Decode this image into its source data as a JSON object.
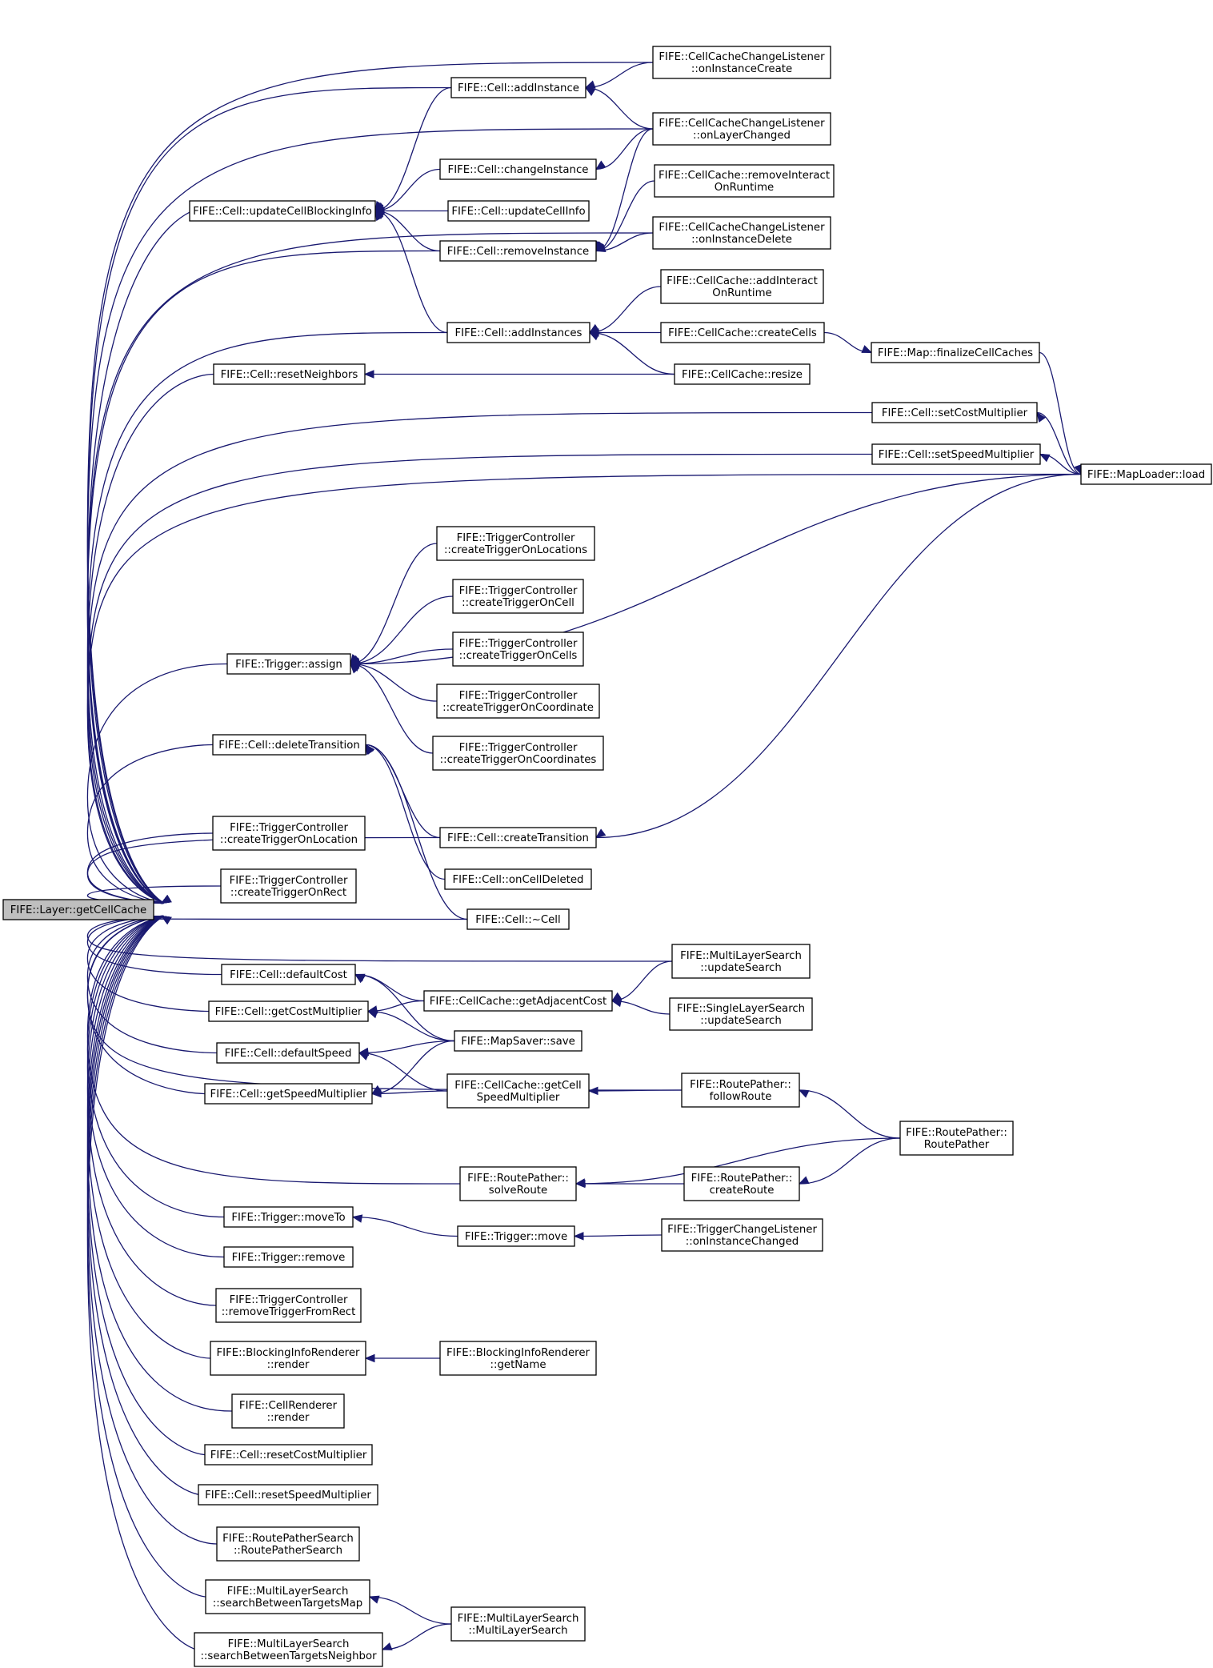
{
  "graph": {
    "root": "getCellCache",
    "colors": {
      "edge": "#191970",
      "node_fill": "#ffffff",
      "node_border": "#000000",
      "root_fill": "#bfbfbf"
    },
    "nodes": [
      {
        "id": "getCellCache",
        "lines": [
          "FIFE::Layer::getCellCache"
        ]
      },
      {
        "id": "updateCellBlockingInfo",
        "lines": [
          "FIFE::Cell::updateCellBlockingInfo"
        ]
      },
      {
        "id": "resetNeighbors",
        "lines": [
          "FIFE::Cell::resetNeighbors"
        ]
      },
      {
        "id": "triggerAssign",
        "lines": [
          "FIFE::Trigger::assign"
        ]
      },
      {
        "id": "deleteTransition",
        "lines": [
          "FIFE::Cell::deleteTransition"
        ]
      },
      {
        "id": "createTriggerOnLocation",
        "lines": [
          "FIFE::TriggerController",
          "::createTriggerOnLocation"
        ]
      },
      {
        "id": "createTriggerOnRect",
        "lines": [
          "FIFE::TriggerController",
          "::createTriggerOnRect"
        ]
      },
      {
        "id": "defaultCost",
        "lines": [
          "FIFE::Cell::defaultCost"
        ]
      },
      {
        "id": "getCostMultiplier",
        "lines": [
          "FIFE::Cell::getCostMultiplier"
        ]
      },
      {
        "id": "defaultSpeed",
        "lines": [
          "FIFE::Cell::defaultSpeed"
        ]
      },
      {
        "id": "getSpeedMultiplier",
        "lines": [
          "FIFE::Cell::getSpeedMultiplier"
        ]
      },
      {
        "id": "triggerMoveTo",
        "lines": [
          "FIFE::Trigger::moveTo"
        ]
      },
      {
        "id": "triggerRemove",
        "lines": [
          "FIFE::Trigger::remove"
        ]
      },
      {
        "id": "removeTriggerFromRect",
        "lines": [
          "FIFE::TriggerController",
          "::removeTriggerFromRect"
        ]
      },
      {
        "id": "blockingInfoRender",
        "lines": [
          "FIFE::BlockingInfoRenderer",
          "::render"
        ]
      },
      {
        "id": "cellRendererRender",
        "lines": [
          "FIFE::CellRenderer",
          "::render"
        ]
      },
      {
        "id": "resetCostMultiplier",
        "lines": [
          "FIFE::Cell::resetCostMultiplier"
        ]
      },
      {
        "id": "resetSpeedMultiplier",
        "lines": [
          "FIFE::Cell::resetSpeedMultiplier"
        ]
      },
      {
        "id": "routePatherSearch",
        "lines": [
          "FIFE::RoutePatherSearch",
          "::RoutePatherSearch"
        ]
      },
      {
        "id": "searchBetweenTargetsMap",
        "lines": [
          "FIFE::MultiLayerSearch",
          "::searchBetweenTargetsMap"
        ]
      },
      {
        "id": "searchBetweenTargetsNeighbor",
        "lines": [
          "FIFE::MultiLayerSearch",
          "::searchBetweenTargetsNeighbor"
        ]
      },
      {
        "id": "cellAddInstance",
        "lines": [
          "FIFE::Cell::addInstance"
        ]
      },
      {
        "id": "cellChangeInstance",
        "lines": [
          "FIFE::Cell::changeInstance"
        ]
      },
      {
        "id": "cellUpdateCellInfo",
        "lines": [
          "FIFE::Cell::updateCellInfo"
        ]
      },
      {
        "id": "cellRemoveInstance",
        "lines": [
          "FIFE::Cell::removeInstance"
        ]
      },
      {
        "id": "cellAddInstances",
        "lines": [
          "FIFE::Cell::addInstances"
        ]
      },
      {
        "id": "createTriggerOnLocations",
        "lines": [
          "FIFE::TriggerController",
          "::createTriggerOnLocations"
        ]
      },
      {
        "id": "createTriggerOnCell",
        "lines": [
          "FIFE::TriggerController",
          "::createTriggerOnCell"
        ]
      },
      {
        "id": "createTriggerOnCells",
        "lines": [
          "FIFE::TriggerController",
          "::createTriggerOnCells"
        ]
      },
      {
        "id": "createTriggerOnCoordinate",
        "lines": [
          "FIFE::TriggerController",
          "::createTriggerOnCoordinate"
        ]
      },
      {
        "id": "createTriggerOnCoordinates",
        "lines": [
          "FIFE::TriggerController",
          "::createTriggerOnCoordinates"
        ]
      },
      {
        "id": "cellCreateTransition",
        "lines": [
          "FIFE::Cell::createTransition"
        ]
      },
      {
        "id": "cellOnCellDeleted",
        "lines": [
          "FIFE::Cell::onCellDeleted"
        ]
      },
      {
        "id": "cellDestructor",
        "lines": [
          "FIFE::Cell::~Cell"
        ]
      },
      {
        "id": "getAdjacentCost",
        "lines": [
          "FIFE::CellCache::getAdjacentCost"
        ]
      },
      {
        "id": "mapSaverSave",
        "lines": [
          "FIFE::MapSaver::save"
        ]
      },
      {
        "id": "getCellSpeedMultiplier",
        "lines": [
          "FIFE::CellCache::getCell",
          "SpeedMultiplier"
        ]
      },
      {
        "id": "solveRoute",
        "lines": [
          "FIFE::RoutePather::",
          "solveRoute"
        ]
      },
      {
        "id": "triggerMove",
        "lines": [
          "FIFE::Trigger::move"
        ]
      },
      {
        "id": "blockingInfoGetName",
        "lines": [
          "FIFE::BlockingInfoRenderer",
          "::getName"
        ]
      },
      {
        "id": "multiLayerSearchCtor",
        "lines": [
          "FIFE::MultiLayerSearch",
          "::MultiLayerSearch"
        ]
      },
      {
        "id": "onInstanceCreate",
        "lines": [
          "FIFE::CellCacheChangeListener",
          "::onInstanceCreate"
        ]
      },
      {
        "id": "onLayerChanged",
        "lines": [
          "FIFE::CellCacheChangeListener",
          "::onLayerChanged"
        ]
      },
      {
        "id": "removeInteractOnRuntime",
        "lines": [
          "FIFE::CellCache::removeInteract",
          "OnRuntime"
        ]
      },
      {
        "id": "onInstanceDelete",
        "lines": [
          "FIFE::CellCacheChangeListener",
          "::onInstanceDelete"
        ]
      },
      {
        "id": "addInteractOnRuntime",
        "lines": [
          "FIFE::CellCache::addInteract",
          "OnRuntime"
        ]
      },
      {
        "id": "createCells",
        "lines": [
          "FIFE::CellCache::createCells"
        ]
      },
      {
        "id": "cellCacheResize",
        "lines": [
          "FIFE::CellCache::resize"
        ]
      },
      {
        "id": "setCostMultiplier",
        "lines": [
          "FIFE::Cell::setCostMultiplier"
        ]
      },
      {
        "id": "setSpeedMultiplier",
        "lines": [
          "FIFE::Cell::setSpeedMultiplier"
        ]
      },
      {
        "id": "multiLayerUpdateSearch",
        "lines": [
          "FIFE::MultiLayerSearch",
          "::updateSearch"
        ]
      },
      {
        "id": "singleLayerUpdateSearch",
        "lines": [
          "FIFE::SingleLayerSearch",
          "::updateSearch"
        ]
      },
      {
        "id": "followRoute",
        "lines": [
          "FIFE::RoutePather::",
          "followRoute"
        ]
      },
      {
        "id": "createRoute",
        "lines": [
          "FIFE::RoutePather::",
          "createRoute"
        ]
      },
      {
        "id": "onInstanceChanged",
        "lines": [
          "FIFE::TriggerChangeListener",
          "::onInstanceChanged"
        ]
      },
      {
        "id": "finalizeCellCaches",
        "lines": [
          "FIFE::Map::finalizeCellCaches"
        ]
      },
      {
        "id": "routePatherCtor",
        "lines": [
          "FIFE::RoutePather::",
          "RoutePather"
        ]
      },
      {
        "id": "mapLoaderLoad",
        "lines": [
          "FIFE::MapLoader::load"
        ]
      }
    ],
    "edges": [
      [
        "updateCellBlockingInfo",
        "getCellCache"
      ],
      [
        "resetNeighbors",
        "getCellCache"
      ],
      [
        "triggerAssign",
        "getCellCache"
      ],
      [
        "deleteTransition",
        "getCellCache"
      ],
      [
        "createTriggerOnLocation",
        "getCellCache"
      ],
      [
        "createTriggerOnRect",
        "getCellCache"
      ],
      [
        "defaultCost",
        "getCellCache"
      ],
      [
        "getCostMultiplier",
        "getCellCache"
      ],
      [
        "defaultSpeed",
        "getCellCache"
      ],
      [
        "getSpeedMultiplier",
        "getCellCache"
      ],
      [
        "triggerMoveTo",
        "getCellCache"
      ],
      [
        "triggerRemove",
        "getCellCache"
      ],
      [
        "removeTriggerFromRect",
        "getCellCache"
      ],
      [
        "blockingInfoRender",
        "getCellCache"
      ],
      [
        "cellRendererRender",
        "getCellCache"
      ],
      [
        "resetCostMultiplier",
        "getCellCache"
      ],
      [
        "resetSpeedMultiplier",
        "getCellCache"
      ],
      [
        "routePatherSearch",
        "getCellCache"
      ],
      [
        "searchBetweenTargetsMap",
        "getCellCache"
      ],
      [
        "searchBetweenTargetsNeighbor",
        "getCellCache"
      ],
      [
        "onInstanceCreate",
        "getCellCache"
      ],
      [
        "cellAddInstance",
        "getCellCache"
      ],
      [
        "onLayerChanged",
        "getCellCache"
      ],
      [
        "cellRemoveInstance",
        "getCellCache"
      ],
      [
        "onInstanceDelete",
        "getCellCache"
      ],
      [
        "cellAddInstances",
        "getCellCache"
      ],
      [
        "setCostMultiplier",
        "getCellCache"
      ],
      [
        "setSpeedMultiplier",
        "getCellCache"
      ],
      [
        "mapLoaderLoad",
        "getCellCache"
      ],
      [
        "cellCreateTransition",
        "getCellCache"
      ],
      [
        "cellDestructor",
        "getCellCache"
      ],
      [
        "multiLayerUpdateSearch",
        "getCellCache"
      ],
      [
        "followRoute",
        "getCellCache"
      ],
      [
        "solveRoute",
        "getCellCache"
      ],
      [
        "cellAddInstance",
        "updateCellBlockingInfo"
      ],
      [
        "cellChangeInstance",
        "updateCellBlockingInfo"
      ],
      [
        "cellUpdateCellInfo",
        "updateCellBlockingInfo"
      ],
      [
        "cellRemoveInstance",
        "updateCellBlockingInfo"
      ],
      [
        "cellAddInstances",
        "updateCellBlockingInfo"
      ],
      [
        "onInstanceCreate",
        "cellAddInstance"
      ],
      [
        "onLayerChanged",
        "cellAddInstance"
      ],
      [
        "onLayerChanged",
        "cellChangeInstance"
      ],
      [
        "onLayerChanged",
        "cellRemoveInstance"
      ],
      [
        "removeInteractOnRuntime",
        "cellRemoveInstance"
      ],
      [
        "onInstanceDelete",
        "cellRemoveInstance"
      ],
      [
        "addInteractOnRuntime",
        "cellAddInstances"
      ],
      [
        "createCells",
        "cellAddInstances"
      ],
      [
        "cellCacheResize",
        "cellAddInstances"
      ],
      [
        "createCells",
        "finalizeCellCaches"
      ],
      [
        "finalizeCellCaches",
        "mapLoaderLoad"
      ],
      [
        "cellCacheResize",
        "resetNeighbors"
      ],
      [
        "mapLoaderLoad",
        "setCostMultiplier"
      ],
      [
        "mapLoaderLoad",
        "setSpeedMultiplier"
      ],
      [
        "createTriggerOnLocations",
        "triggerAssign"
      ],
      [
        "createTriggerOnCell",
        "triggerAssign"
      ],
      [
        "createTriggerOnCells",
        "triggerAssign"
      ],
      [
        "createTriggerOnCoordinate",
        "triggerAssign"
      ],
      [
        "createTriggerOnCoordinates",
        "triggerAssign"
      ],
      [
        "mapLoaderLoad",
        "triggerAssign"
      ],
      [
        "cellCreateTransition",
        "deleteTransition"
      ],
      [
        "cellOnCellDeleted",
        "deleteTransition"
      ],
      [
        "cellDestructor",
        "deleteTransition"
      ],
      [
        "mapLoaderLoad",
        "cellCreateTransition"
      ],
      [
        "getAdjacentCost",
        "defaultCost"
      ],
      [
        "mapSaverSave",
        "defaultCost"
      ],
      [
        "getAdjacentCost",
        "getCostMultiplier"
      ],
      [
        "mapSaverSave",
        "getCostMultiplier"
      ],
      [
        "mapSaverSave",
        "defaultSpeed"
      ],
      [
        "getCellSpeedMultiplier",
        "defaultSpeed"
      ],
      [
        "mapSaverSave",
        "getSpeedMultiplier"
      ],
      [
        "getCellSpeedMultiplier",
        "getSpeedMultiplier"
      ],
      [
        "multiLayerUpdateSearch",
        "getAdjacentCost"
      ],
      [
        "singleLayerUpdateSearch",
        "getAdjacentCost"
      ],
      [
        "followRoute",
        "getCellSpeedMultiplier"
      ],
      [
        "routePatherCtor",
        "followRoute"
      ],
      [
        "routePatherCtor",
        "solveRoute"
      ],
      [
        "createRoute",
        "solveRoute"
      ],
      [
        "routePatherCtor",
        "createRoute"
      ],
      [
        "triggerMove",
        "triggerMoveTo"
      ],
      [
        "onInstanceChanged",
        "triggerMove"
      ],
      [
        "blockingInfoGetName",
        "blockingInfoRender"
      ],
      [
        "multiLayerSearchCtor",
        "searchBetweenTargetsMap"
      ],
      [
        "multiLayerSearchCtor",
        "searchBetweenTargetsNeighbor"
      ]
    ]
  }
}
